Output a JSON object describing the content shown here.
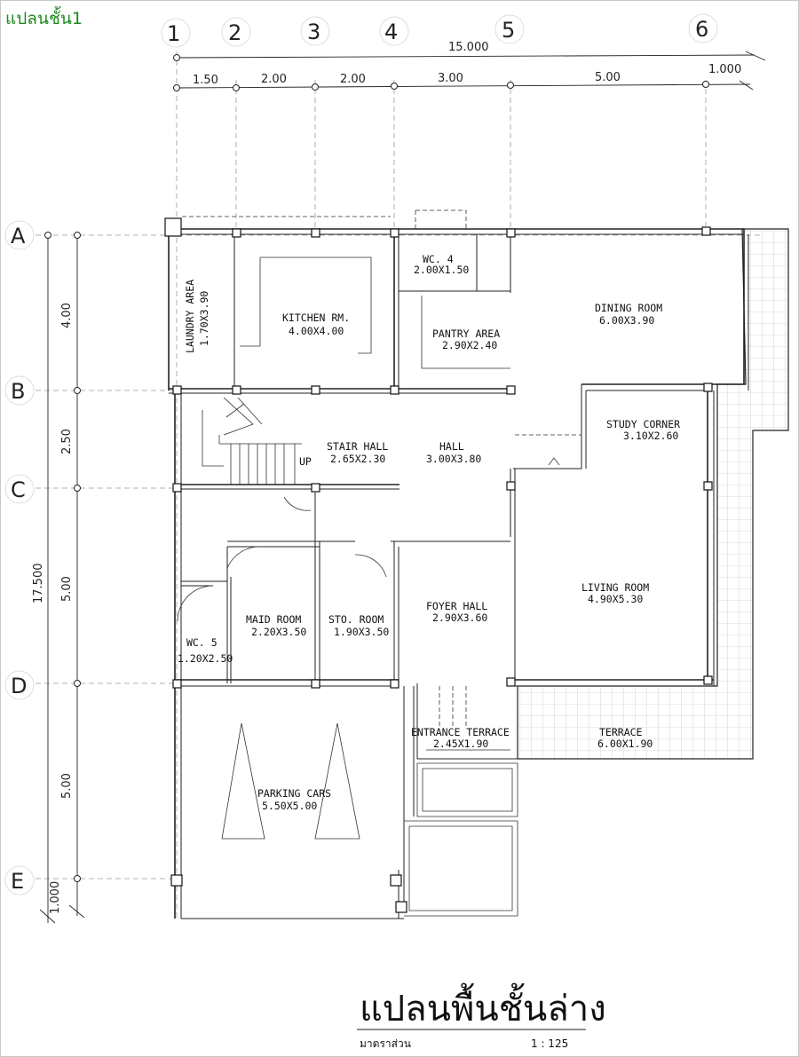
{
  "corner_label": "แปลนชั้น1",
  "grid_columns": [
    "1",
    "2",
    "3",
    "4",
    "5",
    "6"
  ],
  "grid_rows": [
    "A",
    "B",
    "C",
    "D",
    "E"
  ],
  "dimensions_top": {
    "overall": "15.000",
    "segments": [
      "1.50",
      "2.00",
      "2.00",
      "3.00",
      "5.00",
      "1.000"
    ]
  },
  "dimensions_left": {
    "overall": "17.500",
    "segments": [
      "4.00",
      "2.50",
      "5.00",
      "5.00",
      "1.000"
    ]
  },
  "rooms": {
    "laundry": {
      "name": "LAUNDRY AREA",
      "size": "1.70X3.90"
    },
    "kitchen": {
      "name": "KITCHEN RM.",
      "size": "4.00X4.00"
    },
    "wc4": {
      "name": "WC. 4",
      "size": "2.00X1.50"
    },
    "pantry": {
      "name": "PANTRY AREA",
      "size": "2.90X2.40"
    },
    "dining": {
      "name": "DINING ROOM",
      "size": "6.00X3.90"
    },
    "stair_hall": {
      "name": "STAIR HALL",
      "size": "2.65X2.30"
    },
    "stair_up": {
      "name": "UP"
    },
    "hall": {
      "name": "HALL",
      "size": "3.00X3.80"
    },
    "study": {
      "name": "STUDY CORNER",
      "size": "3.10X2.60"
    },
    "maid": {
      "name": "MAID ROOM",
      "size": "2.20X3.50"
    },
    "storage": {
      "name": "STO. ROOM",
      "size": "1.90X3.50"
    },
    "foyer": {
      "name": "FOYER HALL",
      "size": "2.90X3.60"
    },
    "living": {
      "name": "LIVING ROOM",
      "size": "4.90X5.30"
    },
    "wc5": {
      "name": "WC. 5",
      "size": "1.20X2.50"
    },
    "entrance_terrace": {
      "name": "ENTRANCE TERRACE",
      "size": "2.45X1.90"
    },
    "terrace": {
      "name": "TERRACE",
      "size": "6.00X1.90"
    },
    "parking": {
      "name": "PARKING CARS",
      "size": "5.50X5.00"
    }
  },
  "title": {
    "main": "แปลนพื้นชั้นล่าง",
    "scale_label": "มาตราส่วน",
    "scale_value": "1 :  125"
  }
}
